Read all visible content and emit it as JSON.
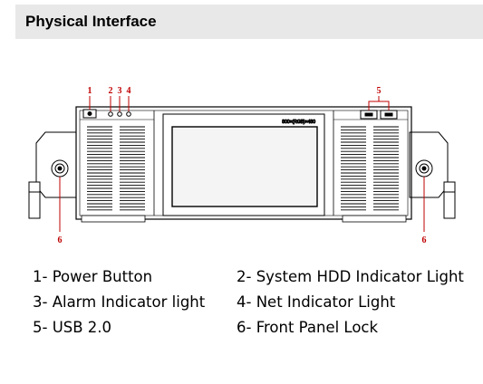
{
  "header": {
    "title": "Physical Interface"
  },
  "diagram": {
    "callouts": [
      "1",
      "2",
      "3",
      "4",
      "5",
      "6",
      "6"
    ],
    "screen_label": "800×(RGB)×480",
    "accent_color": "#c00000"
  },
  "legend": {
    "items": [
      [
        "1- Power Button",
        "2- System HDD Indicator Light"
      ],
      [
        "3- Alarm Indicator light",
        "4- Net Indicator Light"
      ],
      [
        "5- USB 2.0",
        "6- Front Panel Lock"
      ]
    ]
  }
}
